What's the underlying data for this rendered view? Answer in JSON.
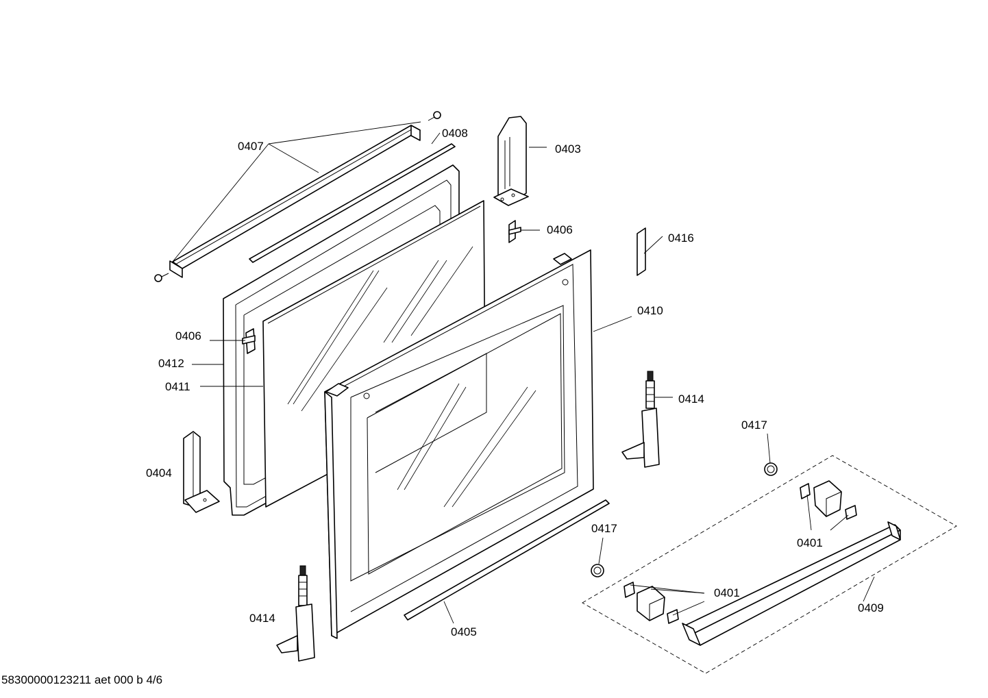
{
  "labels": {
    "l0407": "0407",
    "l0408": "0408",
    "l0403": "0403",
    "l0406a": "0406",
    "l0416": "0416",
    "l0410": "0410",
    "l0406b": "0406",
    "l0412": "0412",
    "l0411": "0411",
    "l0414a": "0414",
    "l0417a": "0417",
    "l0404": "0404",
    "l0417b": "0417",
    "l0401a": "0401",
    "l0401b": "0401",
    "l0409": "0409",
    "l0414b": "0414",
    "l0405": "0405"
  },
  "footer": "58300000123211 aet 000 b 4/6"
}
